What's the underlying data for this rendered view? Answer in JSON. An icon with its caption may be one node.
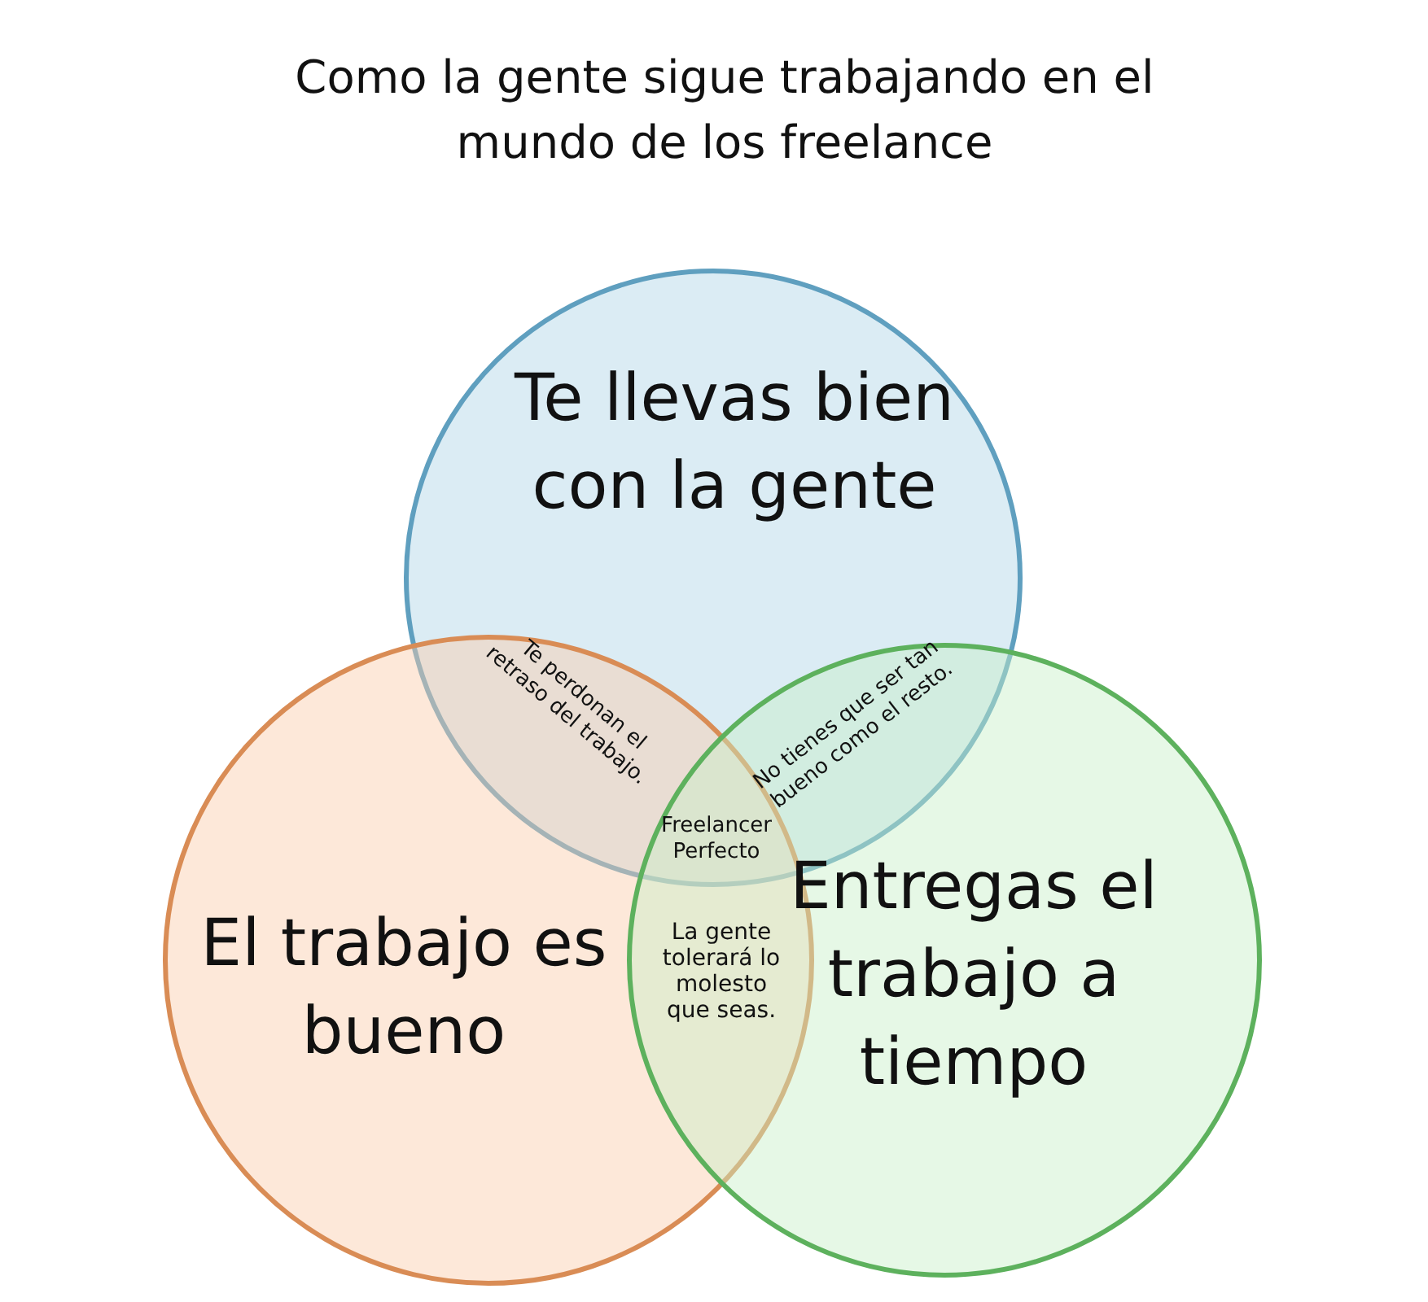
{
  "diagram": {
    "title": "Como la gente sigue trabajando en el mundo de los freelance",
    "nodes": [
      {
        "text": [
          "Te llevas bien con la gente"
        ]
      },
      {
        "text": [
          "El trabajo es bueno"
        ]
      },
      {
        "text": [
          "Entregas el trabajo a tiempo"
        ]
      }
    ],
    "edges": [],
    "labels": [
      "Te perdonan el retraso del trabajo.",
      "No tienes que ser tan bueno como el resto.",
      "Freelancer Perfecto",
      "La gente tolerará lo molesto que seas."
    ]
  }
}
